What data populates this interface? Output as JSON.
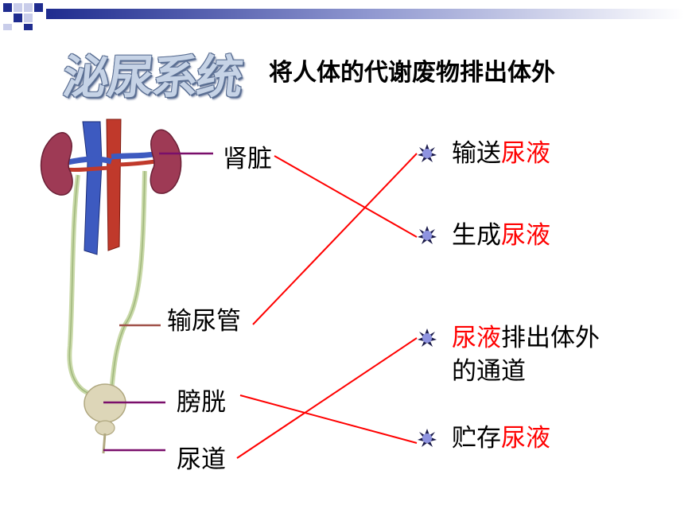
{
  "header": {
    "title": "泌尿系统",
    "subtitle": "将人体的代谢废物排出体外"
  },
  "organs": {
    "kidney": "肾脏",
    "ureter": "输尿管",
    "bladder": "膀胱",
    "urethra": "尿道"
  },
  "functions": {
    "transport": {
      "pre": "输送",
      "red": "尿液",
      "post": ""
    },
    "produce": {
      "pre": "生成",
      "red": "尿液",
      "post": ""
    },
    "expel": {
      "pre": "",
      "red": "尿液",
      "post": "排出体外",
      "line2": "的通道"
    },
    "store": {
      "pre": "贮存",
      "red": "尿液",
      "post": ""
    }
  },
  "colors": {
    "match_line": "#ff0000",
    "label_line": "#7a0f6b",
    "bullet_fill": "#8e93e0",
    "highlight_text": "#ff0000"
  }
}
